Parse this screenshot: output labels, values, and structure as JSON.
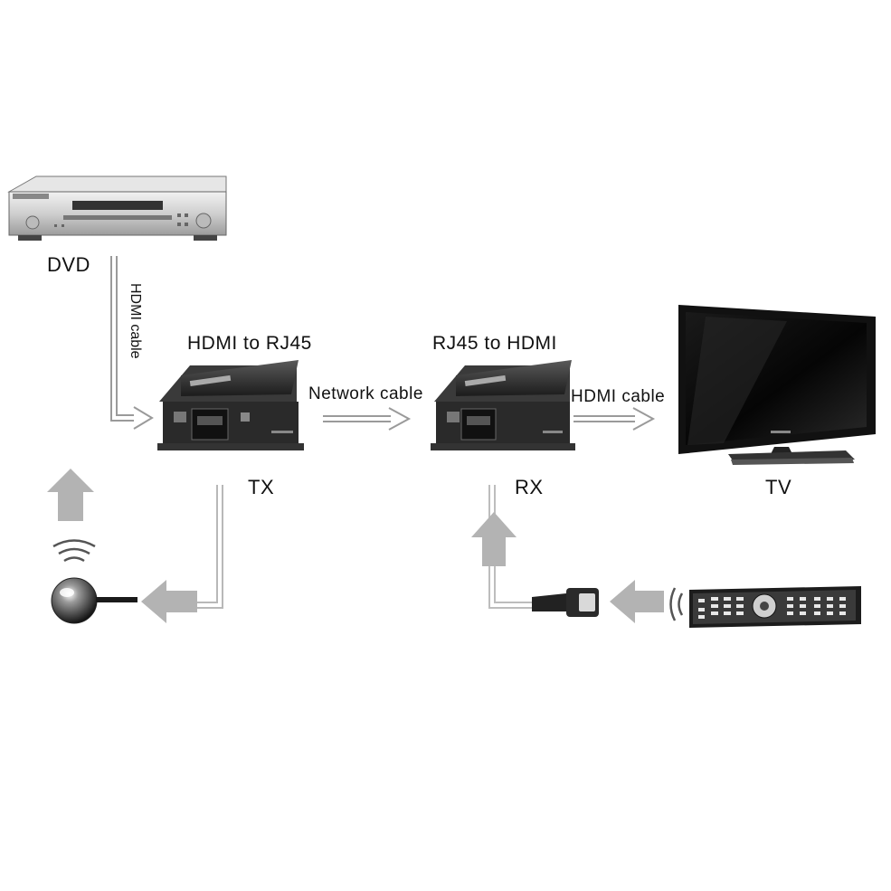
{
  "labels": {
    "dvd": "DVD",
    "hdmi_cable_vertical": "HDMI cable",
    "tx_title": "HDMI to RJ45",
    "rx_title": "RJ45 to HDMI",
    "network_cable": "Network cable",
    "hdmi_cable": "HDMI cable",
    "tx": "TX",
    "rx": "RX",
    "tv": "TV"
  },
  "colors": {
    "line": "#9a9a9a",
    "arrow_fill": "#b3b3b3",
    "device_dark": "#2a2a2a",
    "device_silver": "#cfcfcf"
  }
}
